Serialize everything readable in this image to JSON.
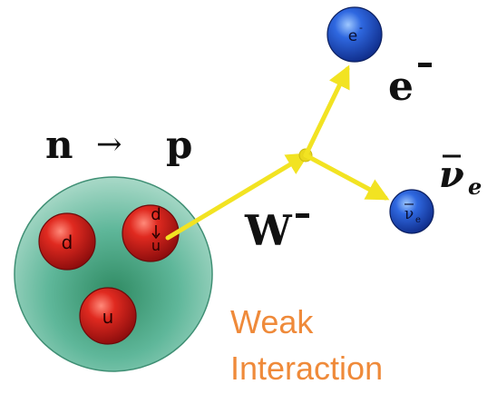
{
  "reaction": {
    "from": "n",
    "arrow": "→",
    "to": "p"
  },
  "neutron": {
    "quarks": [
      {
        "label": "d"
      },
      {
        "label": "d"
      },
      {
        "label": "u"
      }
    ],
    "transition_to": "u"
  },
  "boson": {
    "symbol": "W",
    "charge": "-"
  },
  "electron": {
    "ball_label": "e",
    "ball_charge": "-",
    "symbol": "e",
    "charge": "-"
  },
  "antineutrino": {
    "ball_label": "ν",
    "ball_subscript": "e",
    "symbol": "ν",
    "subscript": "e"
  },
  "caption": {
    "line1": "Weak",
    "line2": "Interaction"
  },
  "colors": {
    "hadron": "#5fb79a",
    "hadron_core": "#2f8a62",
    "quark": "#d11b1b",
    "lepton": "#2a5fd6",
    "arrow": "#f2e322",
    "caption": "#ef8a3a",
    "text": "#111111"
  }
}
